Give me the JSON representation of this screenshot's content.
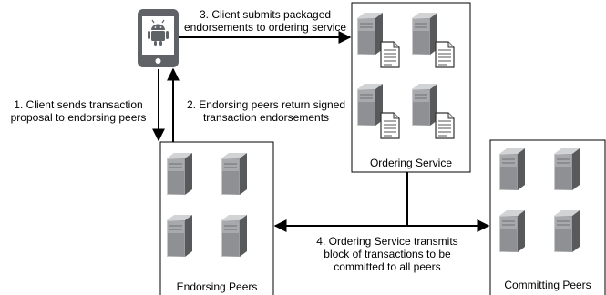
{
  "client": {
    "device_icon": "android-phone-icon"
  },
  "ordering_service": {
    "label": "Ordering Service"
  },
  "endorsing_peers": {
    "label": "Endorsing Peers"
  },
  "committing_peers": {
    "label": "Committing Peers"
  },
  "steps": {
    "step1": {
      "line1": "1. Client sends transaction",
      "line2": "proposal to endorsing peers"
    },
    "step2": {
      "line1": "2. Endorsing peers return signed",
      "line2": "transaction endorsements"
    },
    "step3": {
      "line1": "3. Client submits packaged",
      "line2": "endorsements to ordering service"
    },
    "step4": {
      "line1": "4. Ordering Service transmits",
      "line2": "block of transactions to be",
      "line3": "committed to all peers"
    }
  },
  "icons": {
    "server": "server-icon",
    "document": "document-icon",
    "arrow": "arrow-icon"
  },
  "colors": {
    "phone": "#5f6368",
    "server_top": "#a7a9ac",
    "server_side": "#58595b",
    "server_face": "#bcbec0",
    "line": "#000000"
  }
}
